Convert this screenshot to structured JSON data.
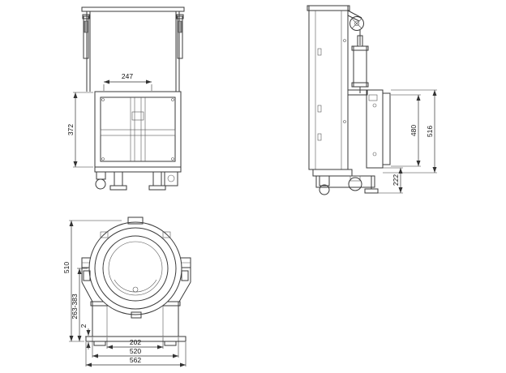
{
  "drawing": {
    "front_view": {
      "dim_rail_spacing": "247",
      "dim_frame_height": "372"
    },
    "side_view": {
      "dim_total_height": "516",
      "dim_door_height": "480",
      "dim_base_height": "222"
    },
    "door_view": {
      "dim_overall_height": "510",
      "dim_axis_height_range": "263-383",
      "dim_gap": "2",
      "dim_inner_width": "202",
      "dim_body_width": "520",
      "dim_base_width": "562"
    }
  }
}
